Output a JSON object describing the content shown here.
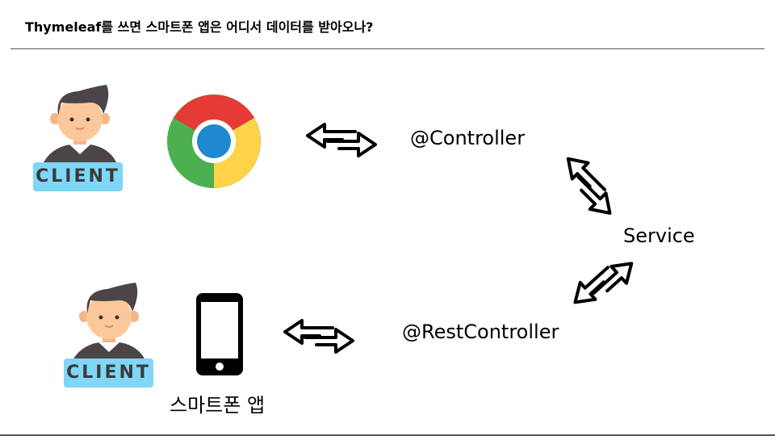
{
  "title": "Thymeleaf를 쓰면 스마트폰 앱은 어디서 데이터를 받아오나?",
  "client_badge": "CLIENT",
  "labels": {
    "controller": "@Controller",
    "service": "Service",
    "rest_controller": "@RestController",
    "smartphone_app": "스마트폰 앱"
  },
  "colors": {
    "chrome_red": "#e53a35",
    "chrome_green": "#4caf50",
    "chrome_yellow": "#fdd34a",
    "chrome_blue": "#1e88d0",
    "badge": "#7fd6f7",
    "hair": "#4b4549",
    "skin": "#fcc89b"
  }
}
